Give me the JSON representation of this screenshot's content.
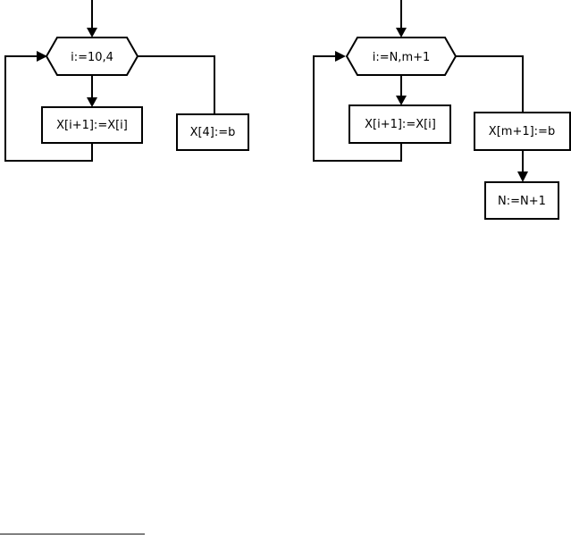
{
  "flowcharts": {
    "left": {
      "loop_header": "i:=10,4",
      "loop_body": "X[i+1]:=X[i]",
      "after_loop": "X[4]:=b"
    },
    "right": {
      "loop_header": "i:=N,m+1",
      "loop_body": "X[i+1]:=X[i]",
      "after_loop": "X[m+1]:=b",
      "final_step": "N:=N+1"
    }
  },
  "colors": {
    "line": "#000000",
    "background": "#ffffff"
  }
}
